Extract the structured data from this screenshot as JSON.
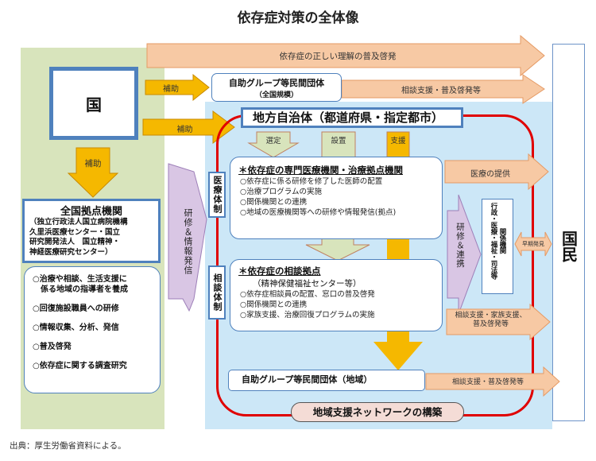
{
  "title": "依存症対策の全体像",
  "kuni": "国",
  "kokumin": "国民",
  "top_arrow": "依存症の正しい理解の普及啓発",
  "hojo_arrow_1": "補助",
  "hojo_arrow_2": "補助",
  "hojo_arrow_down": "補助",
  "jijo_national": {
    "line1": "自助グループ等民間団体",
    "line2": "（全国規模）"
  },
  "jijo_national_arrow": "相談支援・普及啓発等",
  "chiho": "地方自治体（都道府県・指定都市）",
  "tags": {
    "sentei": "選定",
    "secchi": "設置",
    "shien": "支援"
  },
  "iryo": {
    "vlabel": "医療体制",
    "heading": "＊依存症の専門医療機関・治療拠点機関",
    "items": [
      "○依存症に係る研修を修了した医師の配置",
      "○治療プログラムの実施",
      "○関係機関との連携",
      "○地域の医療機関等への研修や情報発信(拠点)"
    ]
  },
  "soudan": {
    "vlabel": "相談体制",
    "heading": "＊依存症の相談拠点",
    "sub": "（精神保健福祉センター等）",
    "items": [
      "○依存症相談員の配置、窓口の普及啓発",
      "○関係機関との連携",
      "○家族支援、治療回復プログラムの実施"
    ]
  },
  "iryo_arrow": "医療の提供",
  "kenshu_renkei": "研修＆連携",
  "gyosei": {
    "col1": "行政・医療・福祉・司法等",
    "col2": "関係機関"
  },
  "soki_hakken": "早期発見",
  "soudan_arrow": {
    "line1": "相談支援・家族支援、",
    "line2": "普及啓発等"
  },
  "jijo_local": "自助グループ等民間団体（地域）",
  "jijo_local_arrow": "相談支援・普及啓発等",
  "network": "地域支援ネットワークの構築",
  "kenshu_joho": "研修＆情報発信",
  "zenkoku": {
    "heading": "全国拠点機関",
    "body_lines": [
      "（独立行政法人国立病院機構",
      "久里浜医療センター・国立",
      "研究開発法人　国立精神・",
      "神経医療研究センター）"
    ]
  },
  "roles": [
    {
      "line1": "○治療や相談、生活支援に",
      "line2": "係る地域の指導者を養成"
    },
    {
      "line1": "○回復施設職員への研修",
      "line2": ""
    },
    {
      "line1": "○情報収集、分析、発信",
      "line2": ""
    },
    {
      "line1": "○普及啓発",
      "line2": ""
    },
    {
      "line1": "○依存症に関する調査研究",
      "line2": ""
    }
  ],
  "source": "出典：厚生労働省資料による。",
  "colors": {
    "orange_arrow": "#f7c9a4",
    "yellow_arrow": "#f5b800",
    "green_panel": "#d8e4bc",
    "blue_panel": "#cce7f7",
    "red_loop": "#e00000",
    "border_blue": "#4f81bd",
    "purple_arrow": "#d9c6e4"
  }
}
